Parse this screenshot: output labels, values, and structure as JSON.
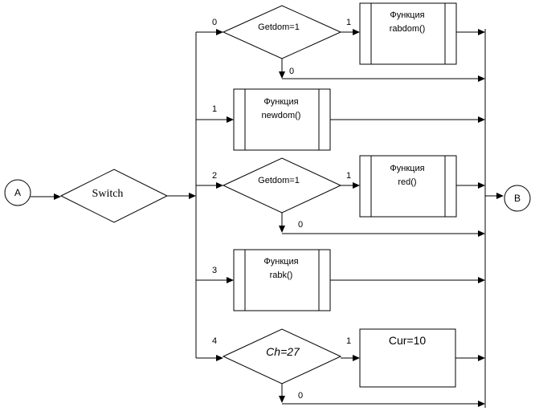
{
  "connectors": {
    "start": "A",
    "end": "B"
  },
  "switch_node": {
    "label": "Switch"
  },
  "branches": [
    {
      "case_label": "0",
      "condition": "Getdom=1",
      "true_label": "1",
      "false_label": "0",
      "action": {
        "line1": "Функция",
        "line2": "rabdom()"
      }
    },
    {
      "case_label": "1",
      "action": {
        "line1": "Функция",
        "line2": "newdom()"
      }
    },
    {
      "case_label": "2",
      "condition": "Getdom=1",
      "true_label": "1",
      "false_label": "0",
      "action": {
        "line1": "Функция",
        "line2": "red()"
      }
    },
    {
      "case_label": "3",
      "action": {
        "line1": "Функция",
        "line2": "rabk()"
      }
    },
    {
      "case_label": "4",
      "condition": "Ch=27",
      "true_label": "1",
      "false_label": "0",
      "action": {
        "line1": "Cur=10"
      }
    }
  ]
}
